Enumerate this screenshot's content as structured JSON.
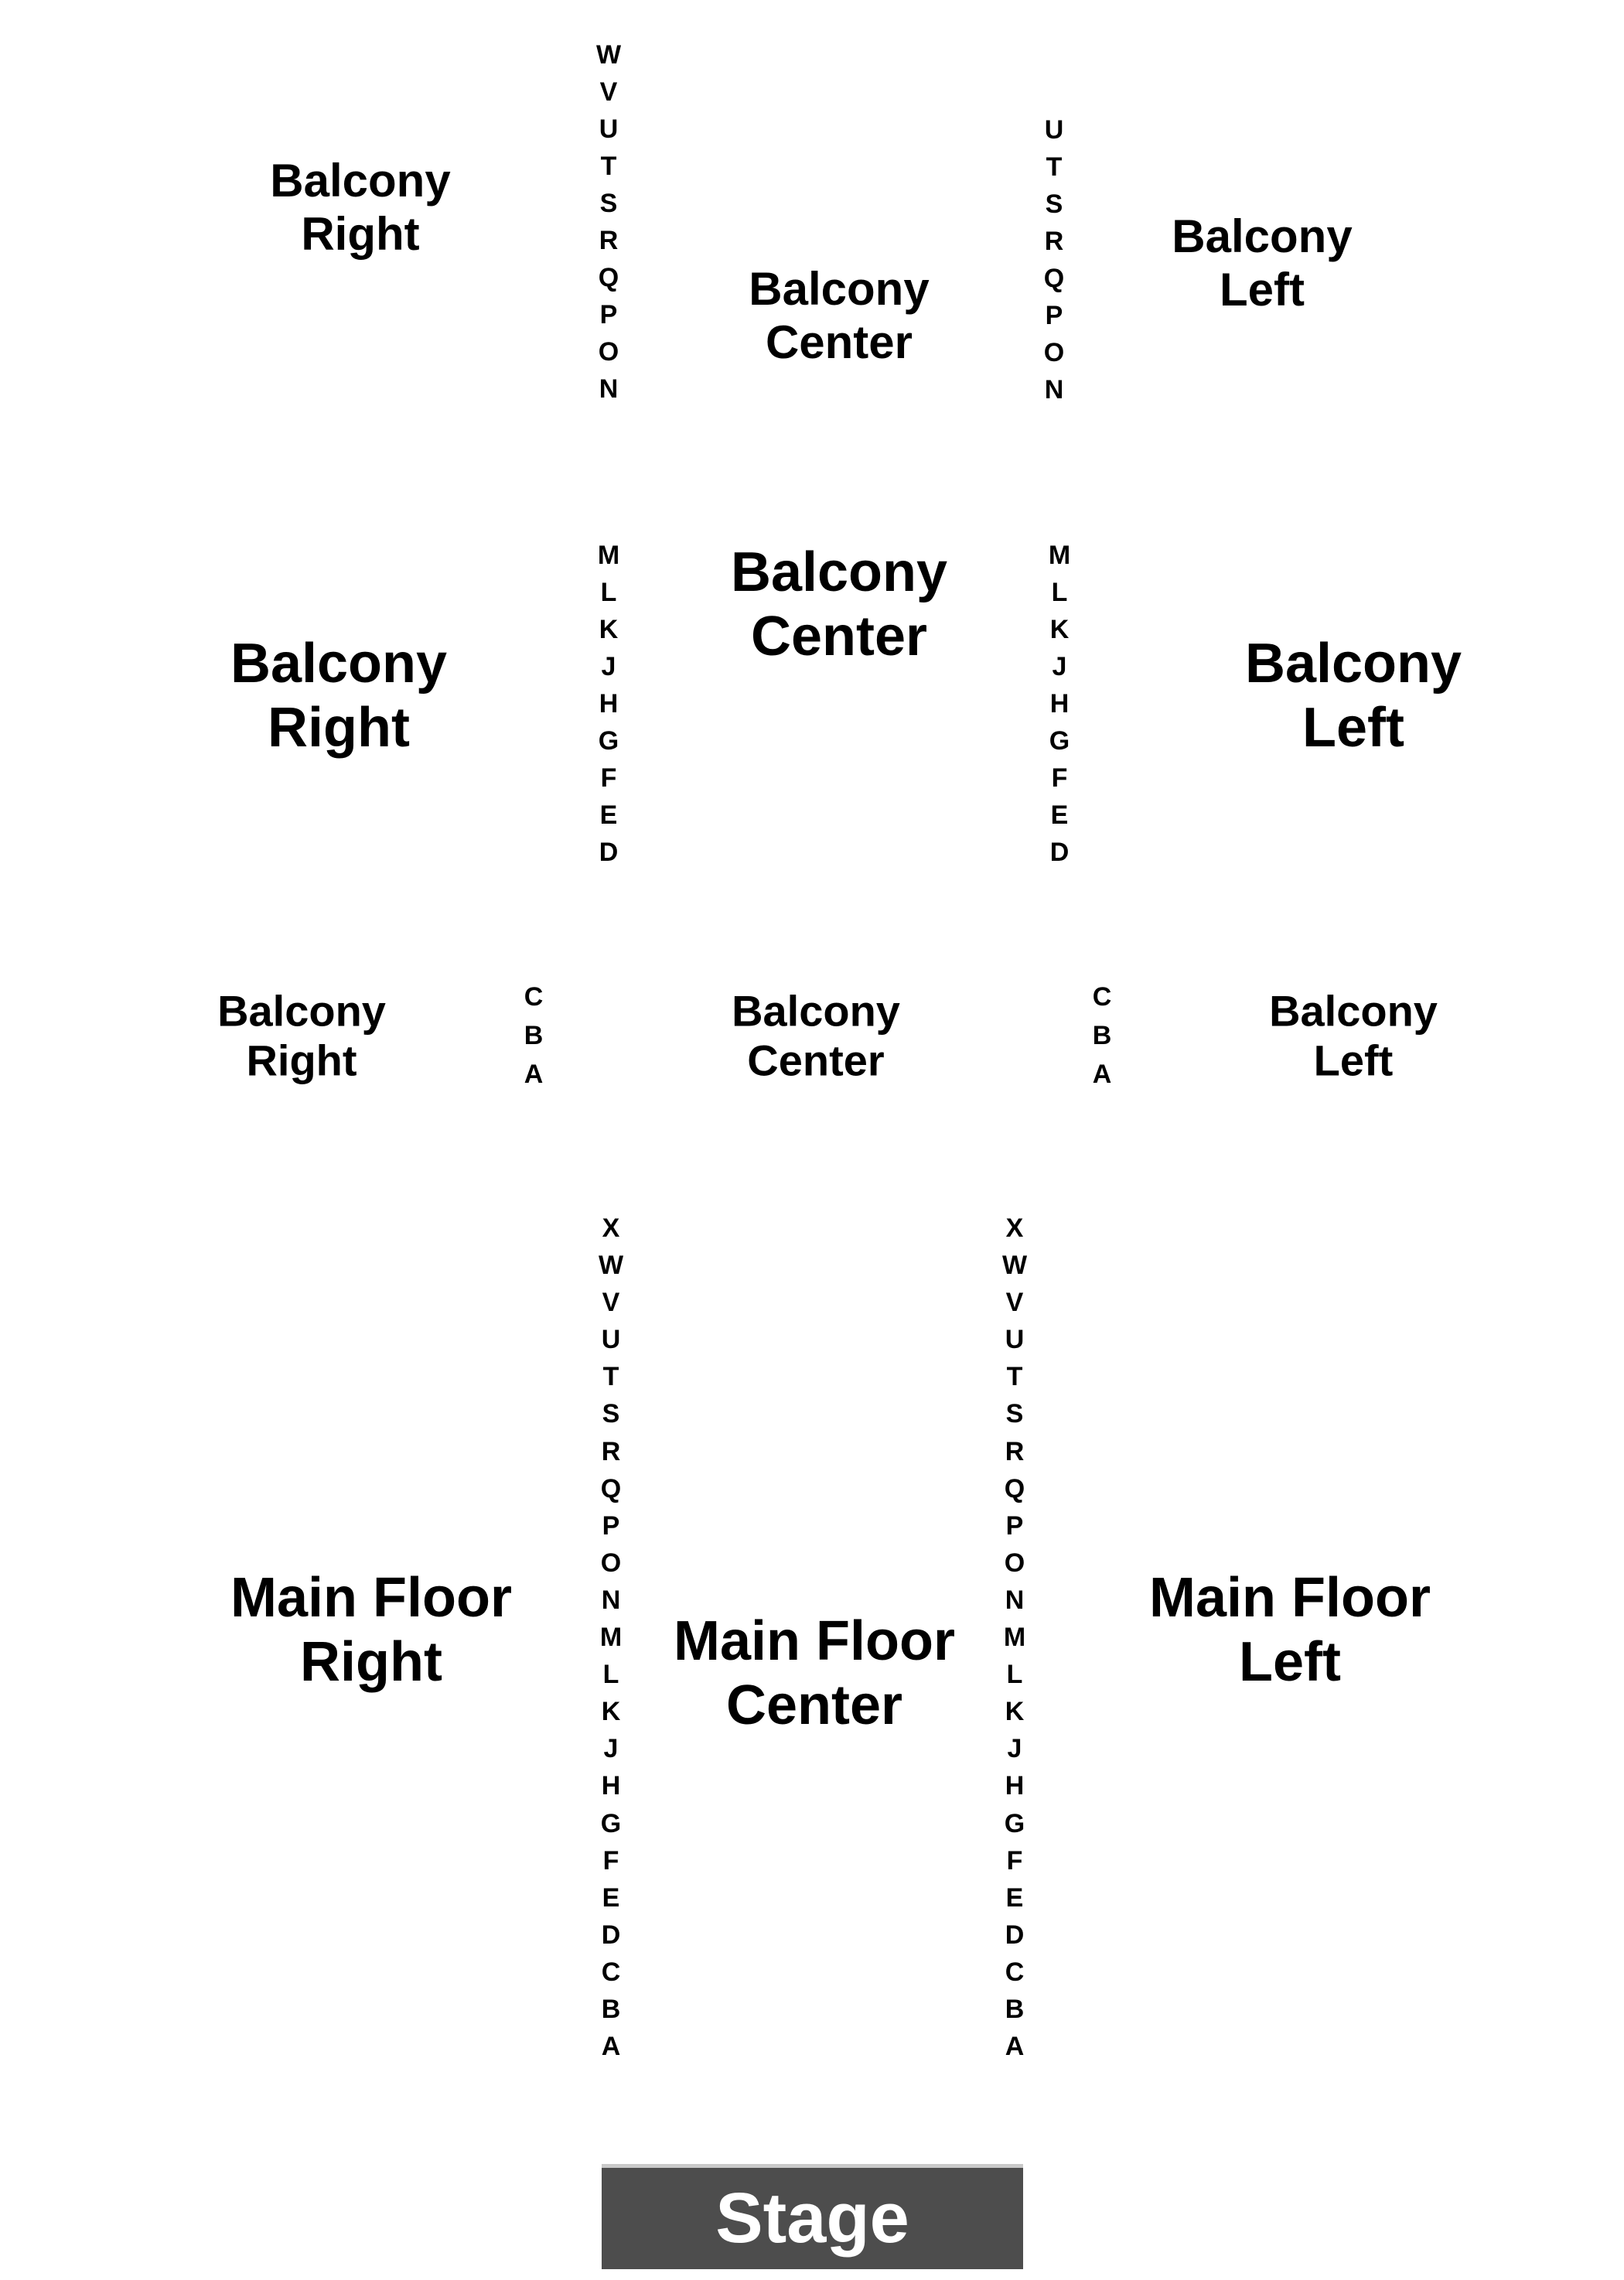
{
  "sections": {
    "balcony_right_upper": [
      "Balcony",
      "Right"
    ],
    "balcony_center_upper": [
      "Balcony",
      "Center"
    ],
    "balcony_left_upper": [
      "Balcony",
      "Left"
    ],
    "balcony_right_mid": [
      "Balcony",
      "Right"
    ],
    "balcony_center_mid": [
      "Balcony",
      "Center"
    ],
    "balcony_left_mid": [
      "Balcony",
      "Left"
    ],
    "balcony_right_low": [
      "Balcony",
      "Right"
    ],
    "balcony_center_low": [
      "Balcony",
      "Center"
    ],
    "balcony_left_low": [
      "Balcony",
      "Left"
    ],
    "main_floor_right": [
      "Main Floor",
      "Right"
    ],
    "main_floor_center": [
      "Main Floor",
      "Center"
    ],
    "main_floor_left": [
      "Main Floor",
      "Left"
    ]
  },
  "rows": {
    "balcony_upper_right_aisle": [
      "W",
      "V",
      "U",
      "T",
      "S",
      "R",
      "Q",
      "P",
      "O",
      "N"
    ],
    "balcony_upper_left_aisle": [
      "U",
      "T",
      "S",
      "R",
      "Q",
      "P",
      "O",
      "N"
    ],
    "balcony_mid_right_aisle": [
      "M",
      "L",
      "K",
      "J",
      "H",
      "G",
      "F",
      "E",
      "D"
    ],
    "balcony_mid_left_aisle": [
      "M",
      "L",
      "K",
      "J",
      "H",
      "G",
      "F",
      "E",
      "D"
    ],
    "balcony_low_right_aisle": [
      "C",
      "B",
      "A"
    ],
    "balcony_low_left_aisle": [
      "C",
      "B",
      "A"
    ],
    "main_right_aisle": [
      "X",
      "W",
      "V",
      "U",
      "T",
      "S",
      "R",
      "Q",
      "P",
      "O",
      "N",
      "M",
      "L",
      "K",
      "J",
      "H",
      "G",
      "F",
      "E",
      "D",
      "C",
      "B",
      "A"
    ],
    "main_left_aisle": [
      "X",
      "W",
      "V",
      "U",
      "T",
      "S",
      "R",
      "Q",
      "P",
      "O",
      "N",
      "M",
      "L",
      "K",
      "J",
      "H",
      "G",
      "F",
      "E",
      "D",
      "C",
      "B",
      "A"
    ]
  },
  "stage": {
    "label": "Stage"
  },
  "colors": {
    "stage_fill": "#4d4d4d",
    "stage_text": "#ffffff",
    "stage_border": "#c9c9c9"
  }
}
